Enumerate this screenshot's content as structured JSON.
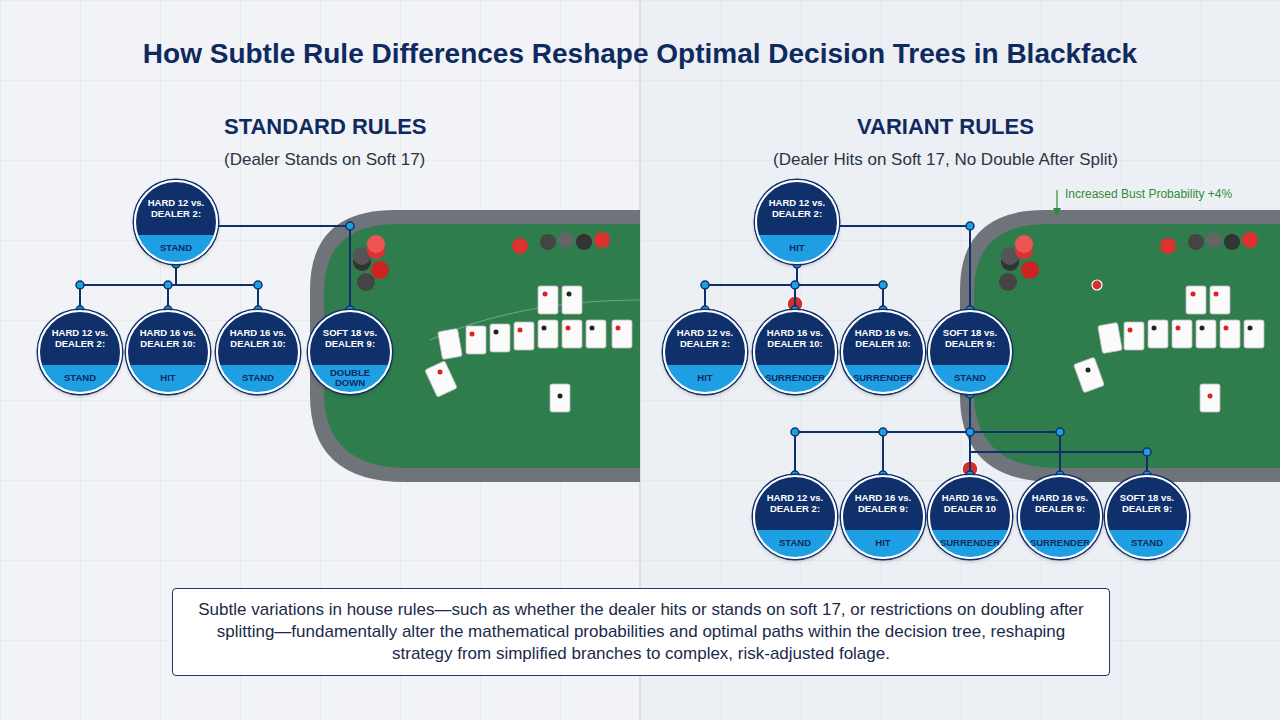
{
  "diagram": {
    "title": "How Subtle Rule Differences Reshape Optimal Decision Trees in Blackfack",
    "caption": "Subtle variations in house rules—such as whether the dealer hits or stands on soft 17, or restrictions on doubling after splitting—fundamentally alter the mathematical probabilities and optimal paths within the decision tree, reshaping strategy from simplified branches to complex, risk-adjusted folage.",
    "nodes": [
      {
        "text": [
          "HARD 12 vs. DEALER 2:",
          "STAND"
        ]
      },
      {
        "text": [
          "HARD 12 vs. DEALER 2:",
          "STAND"
        ]
      },
      {
        "text": [
          "HARD 16 vs. DEALER 10:",
          "HIT"
        ]
      },
      {
        "text": [
          "HARD 16 vs. DEALER 10:",
          "STAND"
        ]
      },
      {
        "text": [
          "SOFT 18 vs. DEALER 9:",
          "DOUBLE DOWN"
        ]
      },
      {
        "text": [
          "HARD 12 vs. DEALER 2:",
          "HIT"
        ]
      },
      {
        "text": [
          "HARD 12 vs. DEALER 2:",
          "HIT"
        ]
      },
      {
        "text": [
          "HARD 16 vs. DEALER 10:",
          "SURRENDER"
        ]
      },
      {
        "text": [
          "HARD 16 vs. DEALER 10:",
          "SURRENDER"
        ]
      },
      {
        "text": [
          "SOFT 18 vs. DEALER 9:",
          "STAND"
        ]
      },
      {
        "text": [
          "HARD 12 vs. DEALER 2:",
          "STAND"
        ]
      },
      {
        "text": [
          "HARD 16 vs. DEALER 9:",
          "HIT"
        ]
      },
      {
        "text": [
          "HARD 16 vs. DEALER 10",
          "SURRENDER"
        ]
      },
      {
        "text": [
          "HARD 16 vs. DEALER 9:",
          "SURRENDER"
        ]
      },
      {
        "text": [
          "SOFT 18 vs. DEALER 9:",
          "STAND"
        ]
      }
    ],
    "edges": [
      {
        "from": 0,
        "to": 1,
        "arrow": "none"
      },
      {
        "from": 0,
        "to": 2,
        "arrow": "none"
      },
      {
        "from": 0,
        "to": 3,
        "arrow": "none"
      },
      {
        "from": 0,
        "to": 4,
        "arrow": "none"
      },
      {
        "from": 5,
        "to": 6,
        "arrow": "none"
      },
      {
        "from": 5,
        "to": 7,
        "arrow": "none"
      },
      {
        "from": 5,
        "to": 8,
        "arrow": "none"
      },
      {
        "from": 5,
        "to": 9,
        "arrow": "none"
      },
      {
        "from": 9,
        "to": 10,
        "arrow": "none"
      },
      {
        "from": 9,
        "to": 11,
        "arrow": "none"
      },
      {
        "from": 9,
        "to": 12,
        "arrow": "none"
      },
      {
        "from": 9,
        "to": 13,
        "arrow": "none"
      },
      {
        "from": 9,
        "to": 14,
        "arrow": "none"
      }
    ],
    "labels": [
      "STANDARD RULES",
      "(Dealer Stands on Soft 17)",
      "VARIANT RULES",
      "(Dealer Hits on Soft 17, No Double After Split)",
      "Increased Bust Probability +4%"
    ]
  }
}
